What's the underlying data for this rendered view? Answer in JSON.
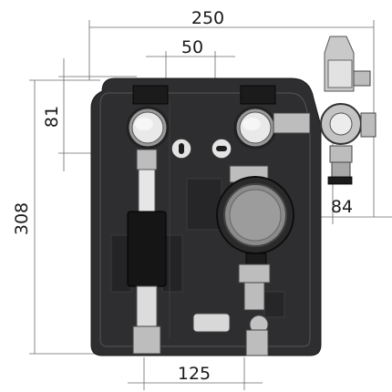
{
  "dimensions": {
    "overall_width": "250",
    "pipe_spacing_top": "50",
    "top_offset": "81",
    "height": "308",
    "side_offset": "84",
    "pipe_spacing_bottom": "125"
  }
}
